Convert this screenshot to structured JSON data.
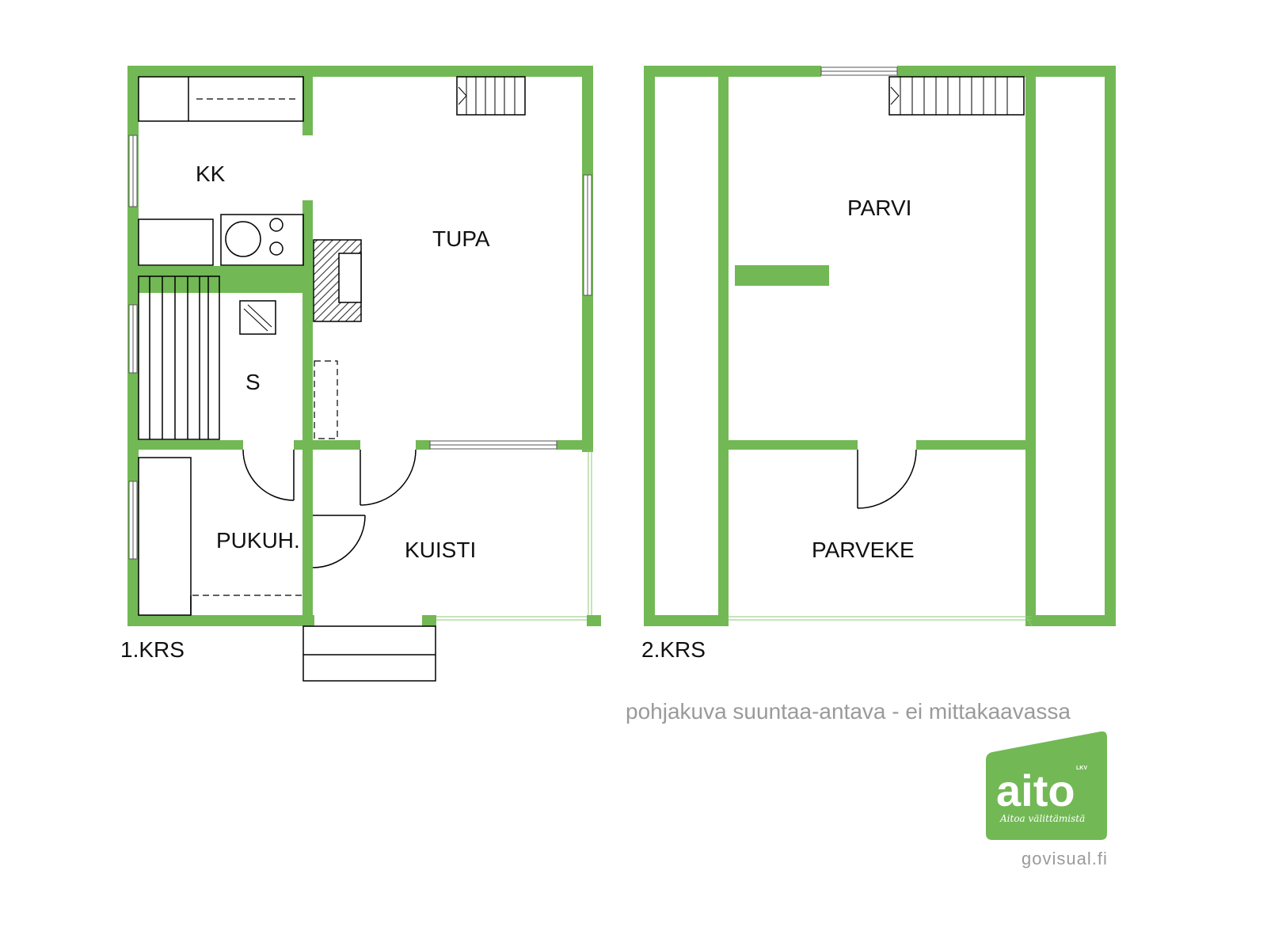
{
  "floors": {
    "first": {
      "label": "1.KRS",
      "rooms": {
        "kitchen": "KK",
        "living": "TUPA",
        "sauna": "S",
        "dressing": "PUKUH.",
        "porch": "KUISTI"
      }
    },
    "second": {
      "label": "2.KRS",
      "rooms": {
        "loft": "PARVI",
        "balcony": "PARVEKE"
      }
    }
  },
  "disclaimer": "pohjakuva suuntaa-antava - ei mittakaavassa",
  "logo": {
    "name": "aito",
    "badge": "LKV",
    "slogan": "Aitoa välittämistä",
    "color": "#72b855"
  },
  "credit": "govisual.fi",
  "colors": {
    "wall": "#72b855",
    "text": "#111111",
    "muted": "#9a9a9a"
  }
}
